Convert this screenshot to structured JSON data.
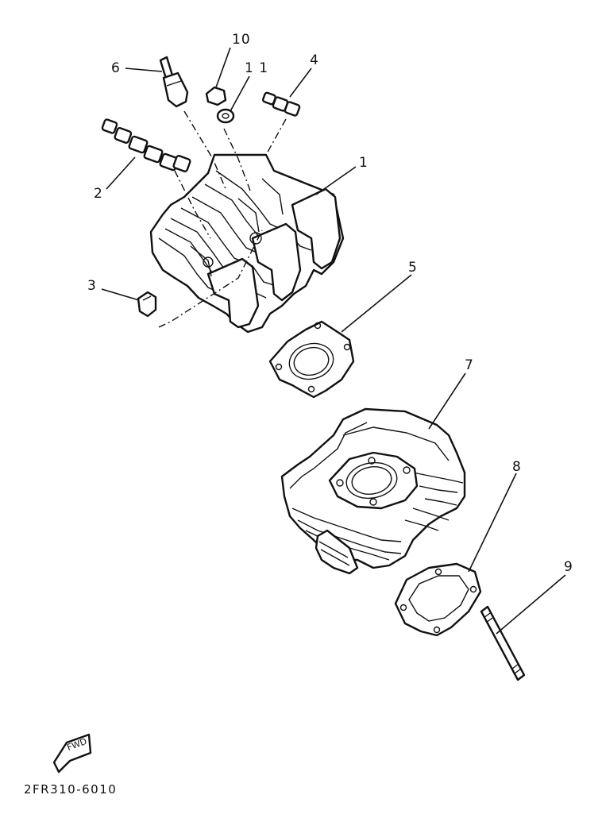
{
  "callouts": [
    {
      "key": "p1",
      "text": "1"
    },
    {
      "key": "p2",
      "text": "2"
    },
    {
      "key": "p3",
      "text": "3"
    },
    {
      "key": "p4",
      "text": "4"
    },
    {
      "key": "p5",
      "text": "5"
    },
    {
      "key": "p6",
      "text": "6"
    },
    {
      "key": "p7",
      "text": "7"
    },
    {
      "key": "p8",
      "text": "8"
    },
    {
      "key": "p9",
      "text": "9"
    },
    {
      "key": "p10",
      "text": "10"
    },
    {
      "key": "p11",
      "text": "11"
    }
  ],
  "labels": {
    "p1": "1",
    "p2": "2",
    "p3": "3",
    "p4": "4",
    "p5": "5",
    "p6": "6",
    "p7": "7",
    "p8": "8",
    "p9": "9",
    "p10": "10",
    "p11": "1 1"
  },
  "fwd_badge": "FWD",
  "diagram_code": "2FR310-6010"
}
